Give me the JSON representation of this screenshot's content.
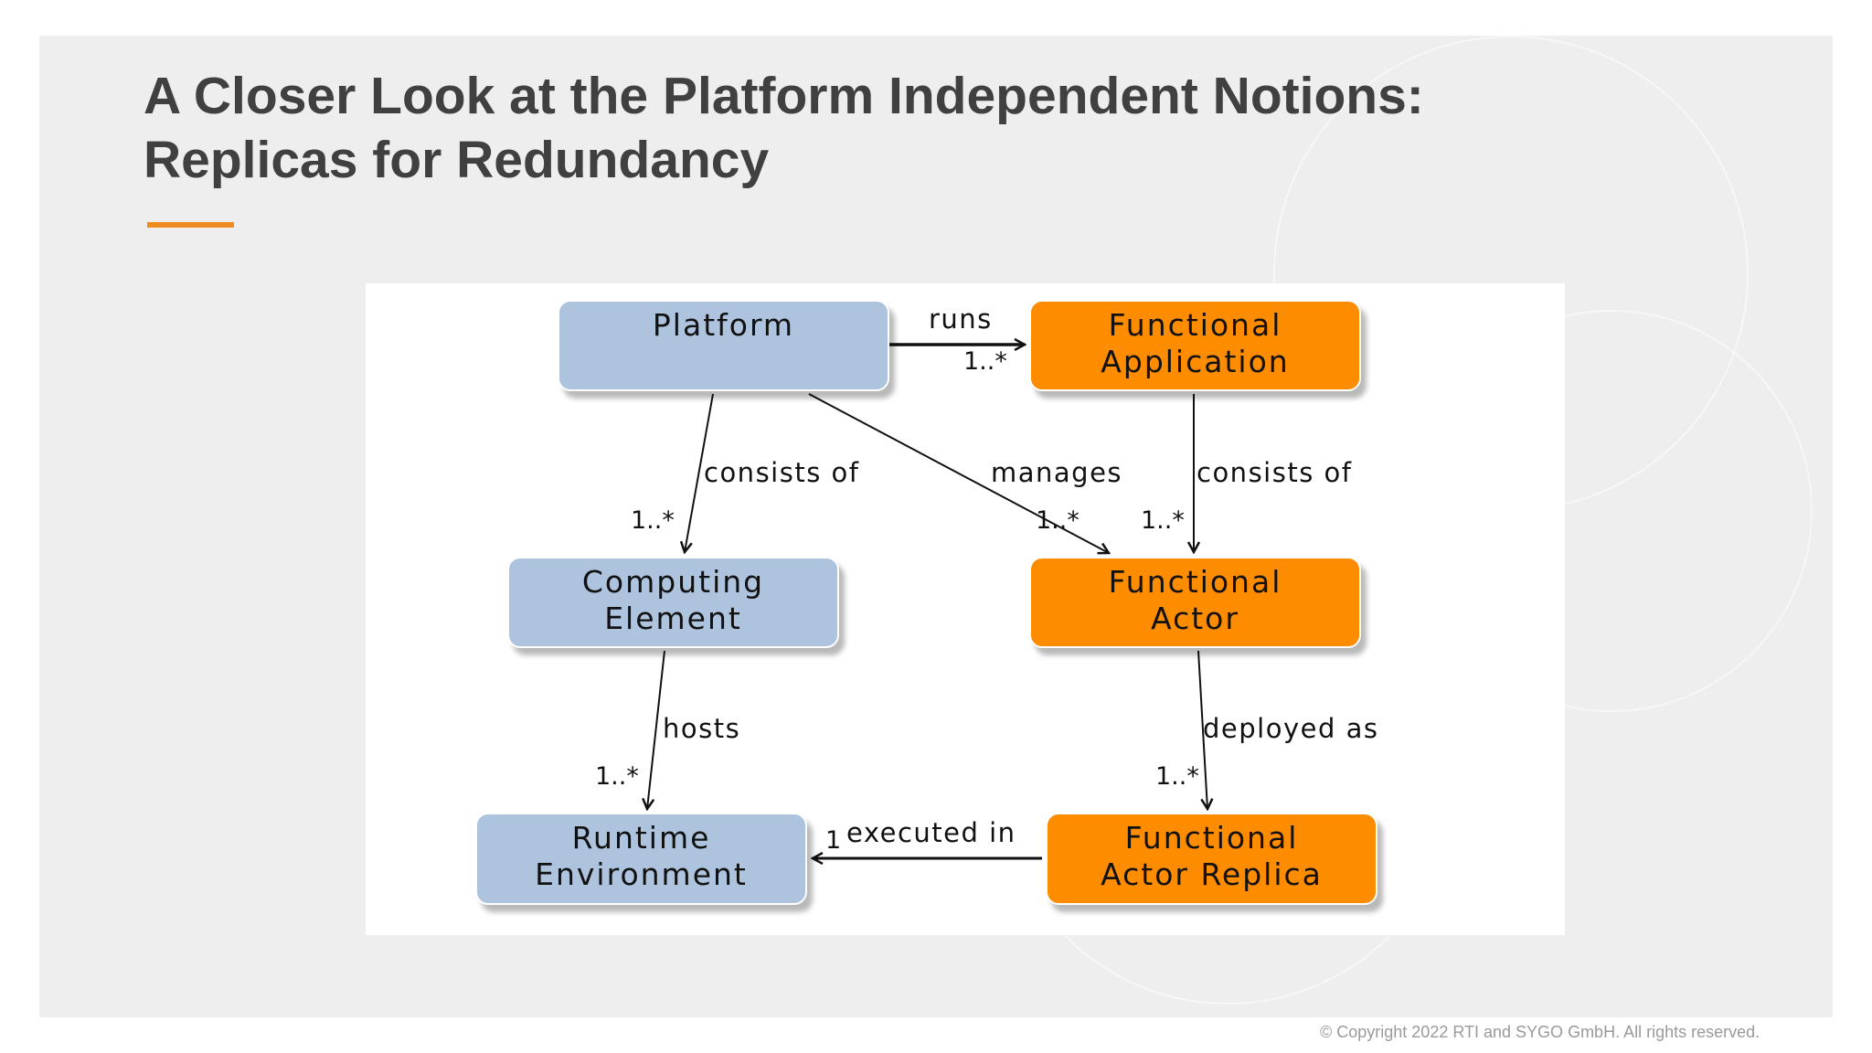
{
  "slide": {
    "title_line1": "A Closer Look at the Platform Independent Notions:",
    "title_line2": "Replicas for Redundancy",
    "accent_color": "#ee8a1e",
    "copyright": "© Copyright 2022 RTI and SYGO GmbH.  All rights reserved."
  },
  "diagram": {
    "nodes": {
      "platform": {
        "line1": "Platform",
        "line2": "",
        "color": "#aec4de"
      },
      "functional_application": {
        "line1": "Functional",
        "line2": "Application",
        "color": "#fd8c00"
      },
      "computing_element": {
        "line1": "Computing Element",
        "line2": "",
        "color": "#aec4de"
      },
      "functional_actor": {
        "line1": "Functional",
        "line2": "Actor",
        "color": "#fd8c00"
      },
      "runtime_environment": {
        "line1": "Runtime",
        "line2": "Environment",
        "color": "#aec4de"
      },
      "functional_actor_replica": {
        "line1": "Functional",
        "line2": "Actor Replica",
        "color": "#fd8c00"
      }
    },
    "edges": {
      "runs": {
        "label": "runs",
        "multiplicity": "1..*"
      },
      "consists_of_left": {
        "label": "consists of",
        "multiplicity": "1..*"
      },
      "manages": {
        "label": "manages",
        "multiplicity": "1..*"
      },
      "consists_of_right": {
        "label": "consists of",
        "multiplicity": "1..*"
      },
      "hosts": {
        "label": "hosts",
        "multiplicity": "1..*"
      },
      "deployed_as": {
        "label": "deployed as",
        "multiplicity": "1..*"
      },
      "executed_in": {
        "label": "executed in",
        "multiplicity": "1"
      }
    }
  }
}
